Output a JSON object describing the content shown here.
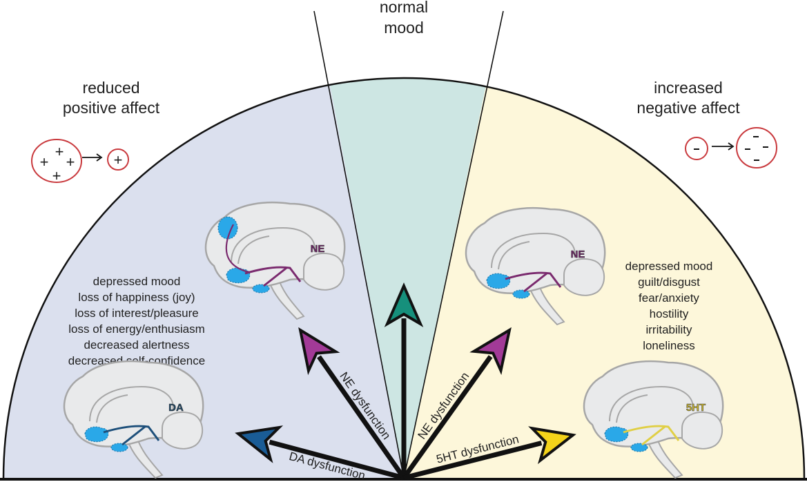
{
  "regions": {
    "left": {
      "title_line1": "reduced",
      "title_line2": "positive affect",
      "color": "#dbe0ee"
    },
    "center": {
      "title_line1": "normal",
      "title_line2": "mood",
      "color": "#cde6e3"
    },
    "right": {
      "title_line1": "increased",
      "title_line2": "negative affect",
      "color": "#fdf7da"
    }
  },
  "affect_symbols": {
    "positive": {
      "before": [
        "+",
        "+",
        "+",
        "+"
      ],
      "after": [
        "+"
      ]
    },
    "negative": {
      "before": [
        "-"
      ],
      "after": [
        "-",
        "-",
        "-",
        "-"
      ]
    }
  },
  "symptoms_left": [
    "depressed mood",
    "loss of happiness (joy)",
    "loss of interest/pleasure",
    "loss of energy/enthusiasm",
    "decreased alertness",
    "decreased self-confidence"
  ],
  "symptoms_right": [
    "depressed mood",
    "guilt/disgust",
    "fear/anxiety",
    "hostility",
    "irritability",
    "loneliness"
  ],
  "arrows": [
    {
      "label": "DA dysfunction",
      "color": "#1a5c96"
    },
    {
      "label": "NE dysfunction",
      "color": "#a23a97"
    },
    {
      "label": "",
      "color": "#16907c"
    },
    {
      "label": "NE dysfunction",
      "color": "#a23a97"
    },
    {
      "label": "5HT dysfunction",
      "color": "#f3d31a"
    }
  ],
  "brains": [
    {
      "label": "NE",
      "pathway_color": "#7a2a6e",
      "label_color": "#6d2466"
    },
    {
      "label": "NE",
      "pathway_color": "#7a2a6e",
      "label_color": "#6d2466"
    },
    {
      "label": "DA",
      "pathway_color": "#1d4f7a",
      "label_color": "#1d4564"
    },
    {
      "label": "5HT",
      "pathway_color": "#e0cf45",
      "label_color": "#c8b32a"
    }
  ],
  "colors": {
    "nucleus": "#2aa8e8",
    "brain_fill": "#e9eaeb",
    "brain_outline": "#a6a6a6",
    "symbol_circle": "#c9393d"
  }
}
